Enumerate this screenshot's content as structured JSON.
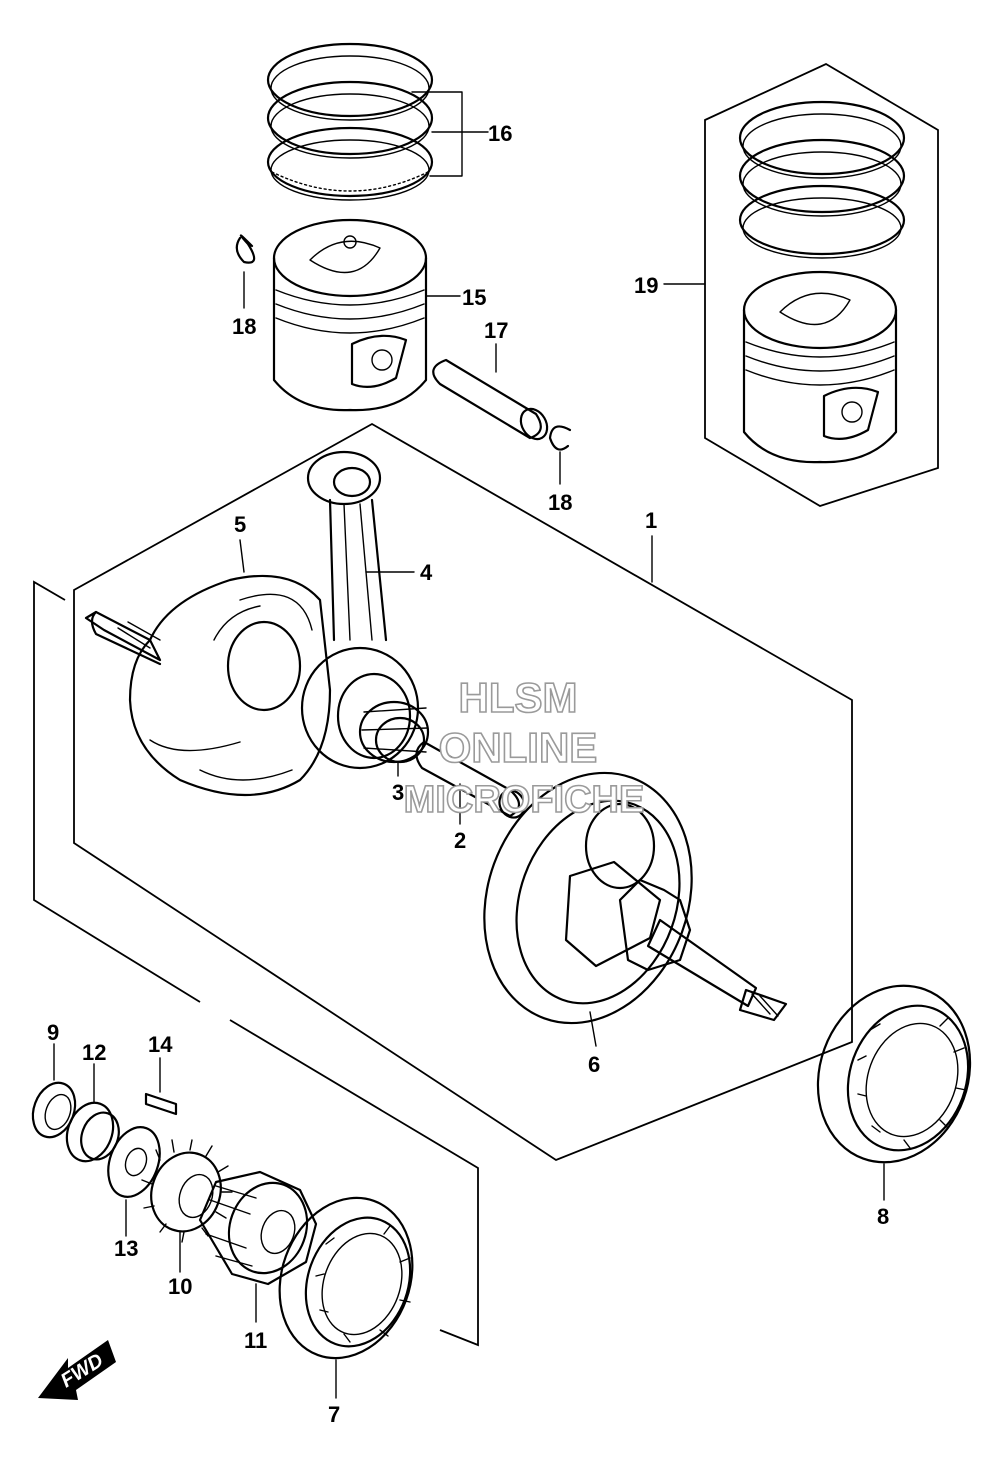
{
  "callouts": {
    "c1": "1",
    "c2": "2",
    "c3": "3",
    "c4": "4",
    "c5": "5",
    "c6": "6",
    "c7": "7",
    "c8": "8",
    "c9": "9",
    "c10": "10",
    "c11": "11",
    "c12": "12",
    "c13": "13",
    "c14": "14",
    "c15": "15",
    "c16": "16",
    "c17": "17",
    "c18a": "18",
    "c18b": "18",
    "c19": "19"
  },
  "watermark": {
    "line1": "HLSM",
    "line2": "ONLINE",
    "line3": "MICROFICHE"
  },
  "fwd_arrow": {
    "label": "FWD"
  },
  "colors": {
    "line": "#000000",
    "background": "#ffffff",
    "watermark_outline": "#9a9a9a"
  }
}
